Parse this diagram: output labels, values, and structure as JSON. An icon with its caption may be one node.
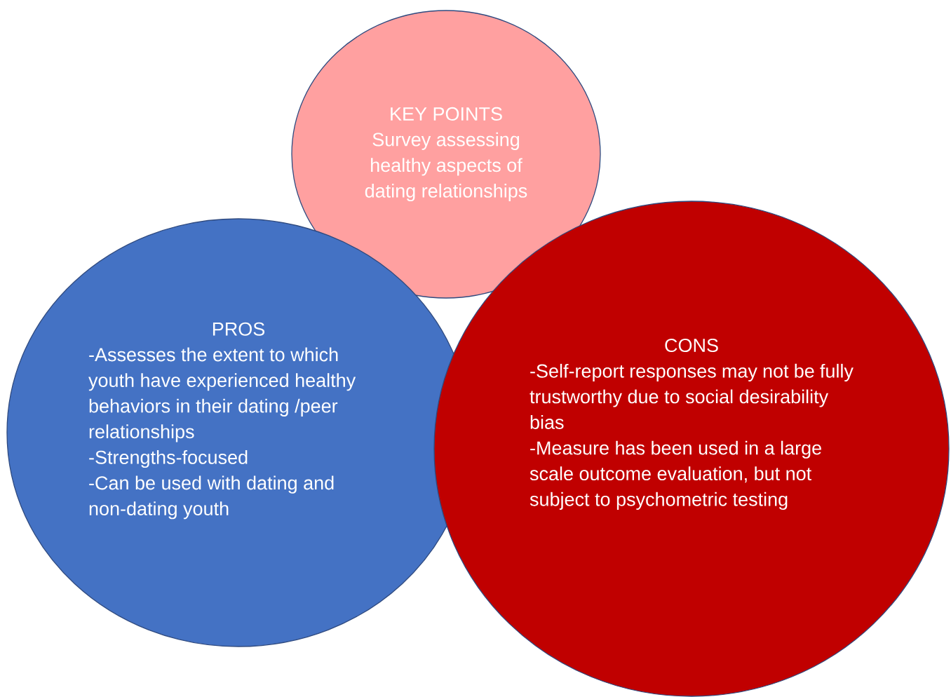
{
  "diagram": {
    "nodes": [
      {
        "text": [
          "KEY POINTS",
          "Survey assessing healthy aspects of dating relationships"
        ]
      },
      {
        "text": [
          "PROS",
          "-Assesses the extent to which youth have experienced healthy behaviors in their dating /peer relationships",
          "-Strengths-focused",
          "-Can be used with dating and non-dating youth"
        ]
      },
      {
        "text": [
          "CONS",
          "-Self-report responses may not be fully trustworthy due to social desirability bias",
          "-Measure has been used in a large scale outcome evaluation, but not subject to psychometric testing"
        ]
      }
    ]
  }
}
